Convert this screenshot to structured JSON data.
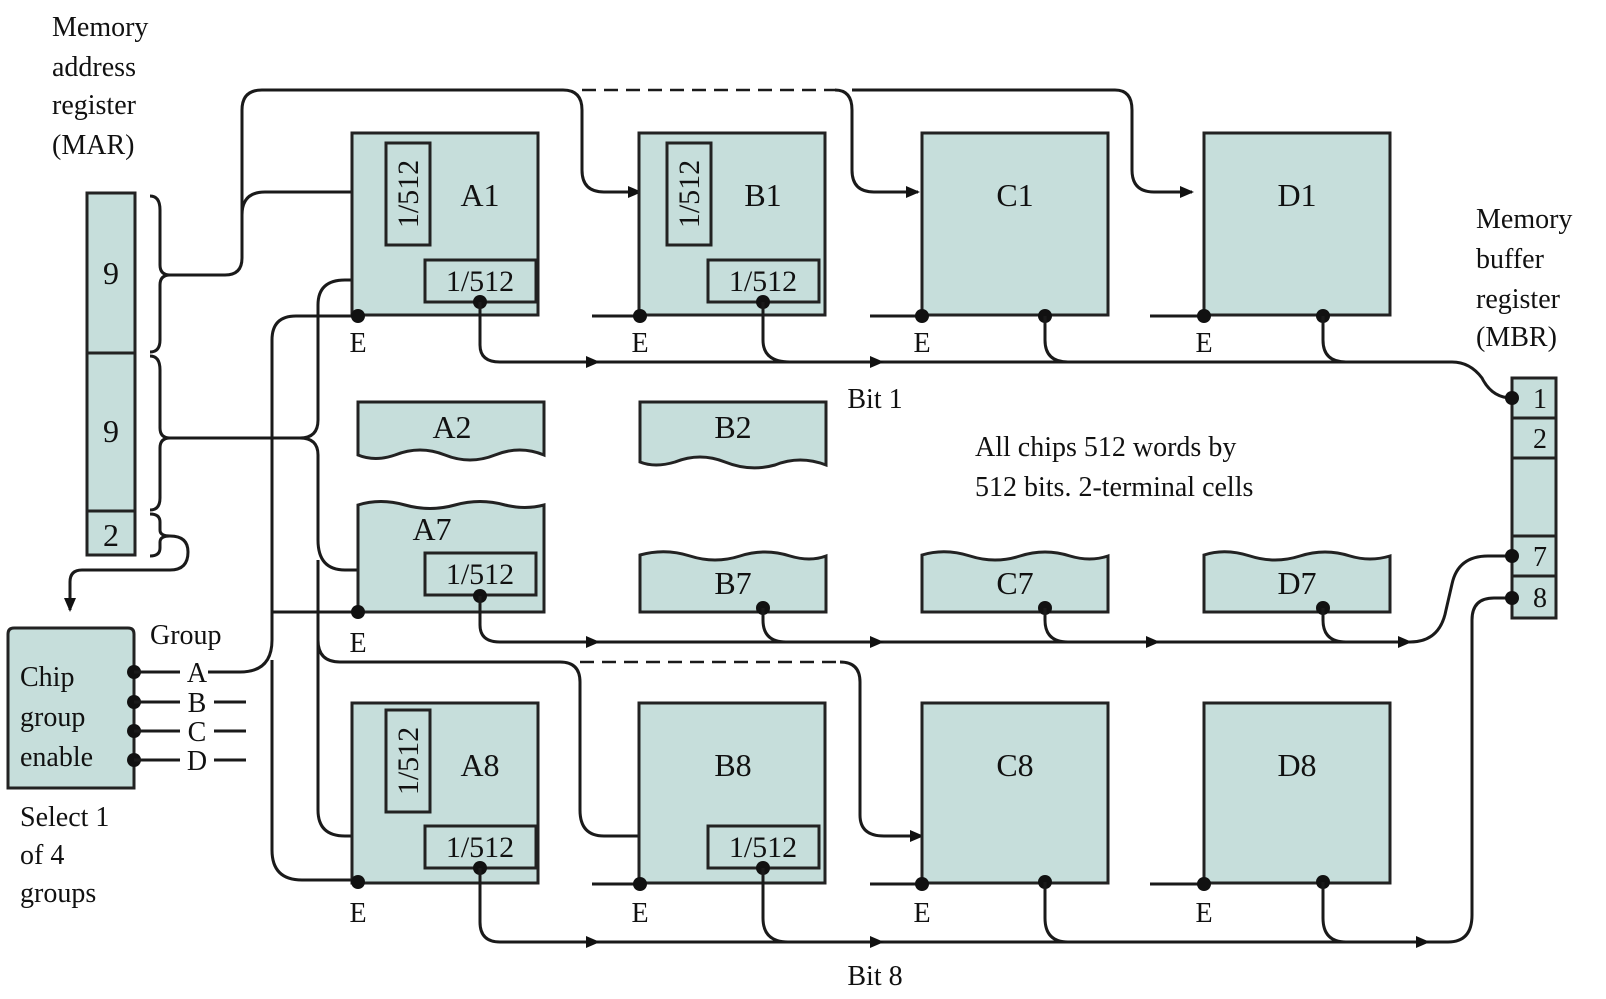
{
  "mar": {
    "caption": [
      "Memory",
      "address",
      "register",
      "(MAR)"
    ],
    "fields": [
      "9",
      "9",
      "2"
    ]
  },
  "mbr": {
    "caption": [
      "Memory",
      "buffer",
      "register",
      "(MBR)"
    ],
    "bits": [
      "1",
      "2",
      "",
      "7",
      "8"
    ]
  },
  "enable_box": {
    "lines": [
      "Chip",
      "group",
      "enable"
    ],
    "group_label": "Group",
    "outputs": [
      "A",
      "B",
      "C",
      "D"
    ],
    "caption": [
      "Select 1",
      "of 4",
      "groups"
    ]
  },
  "chips": {
    "A1": "A1",
    "B1": "B1",
    "C1": "C1",
    "D1": "D1",
    "A2": "A2",
    "B2": "B2",
    "A7": "A7",
    "B7": "B7",
    "C7": "C7",
    "D7": "D7",
    "A8": "A8",
    "B8": "B8",
    "C8": "C8",
    "D8": "D8"
  },
  "decoder_label": "1/512",
  "enable_label": "E",
  "bit_labels": {
    "top": "Bit 1",
    "bottom": "Bit 8"
  },
  "note": [
    "All chips 512 words by",
    "512 bits. 2-terminal cells"
  ],
  "colors": {
    "chip_fill": "#c6dedb",
    "line": "#1a1a1a"
  }
}
